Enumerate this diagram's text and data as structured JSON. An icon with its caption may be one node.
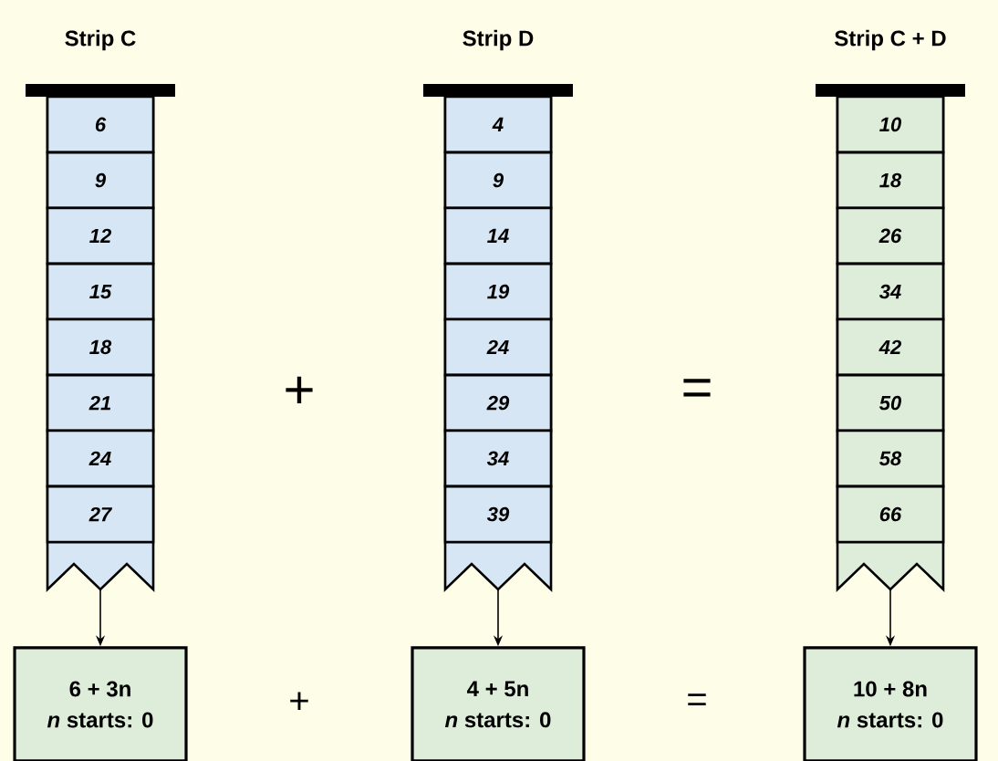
{
  "diagram": {
    "nodes": [
      {
        "text": [
          "Strip C"
        ]
      },
      {
        "text": [
          "6"
        ],
        "in": 0
      },
      {
        "text": [
          "9"
        ],
        "in": 0
      },
      {
        "text": [
          "12"
        ],
        "in": 0
      },
      {
        "text": [
          "15"
        ],
        "in": 0
      },
      {
        "text": [
          "18"
        ],
        "in": 0
      },
      {
        "text": [
          "21"
        ],
        "in": 0
      },
      {
        "text": [
          "24"
        ],
        "in": 0
      },
      {
        "text": [
          "27"
        ],
        "in": 0
      },
      {
        "text": [
          "Strip D"
        ]
      },
      {
        "text": [
          "4"
        ],
        "in": 9
      },
      {
        "text": [
          "9"
        ],
        "in": 9
      },
      {
        "text": [
          "14"
        ],
        "in": 9
      },
      {
        "text": [
          "19"
        ],
        "in": 9
      },
      {
        "text": [
          "24"
        ],
        "in": 9
      },
      {
        "text": [
          "29"
        ],
        "in": 9
      },
      {
        "text": [
          "34"
        ],
        "in": 9
      },
      {
        "text": [
          "39"
        ],
        "in": 9
      },
      {
        "text": [
          "Strip C + D"
        ]
      },
      {
        "text": [
          "10"
        ],
        "in": 18
      },
      {
        "text": [
          "18"
        ],
        "in": 18
      },
      {
        "text": [
          "26"
        ],
        "in": 18
      },
      {
        "text": [
          "34"
        ],
        "in": 18
      },
      {
        "text": [
          "42"
        ],
        "in": 18
      },
      {
        "text": [
          "50"
        ],
        "in": 18
      },
      {
        "text": [
          "58"
        ],
        "in": 18
      },
      {
        "text": [
          "66"
        ],
        "in": 18
      },
      {
        "text": [
          "6 + 3n",
          "*n* starts: 0"
        ]
      },
      {
        "text": [
          "4 + 5n",
          "*n* starts: 0"
        ]
      },
      {
        "text": [
          "10 + 8n",
          "*n* starts: 0"
        ]
      }
    ],
    "edges": [
      {
        "from": 0,
        "to": 27,
        "arrow": "to"
      },
      {
        "from": 9,
        "to": 28,
        "arrow": "to"
      },
      {
        "from": 18,
        "to": 29,
        "arrow": "to"
      }
    ],
    "labels": [
      "+",
      "=",
      "+",
      "="
    ]
  }
}
